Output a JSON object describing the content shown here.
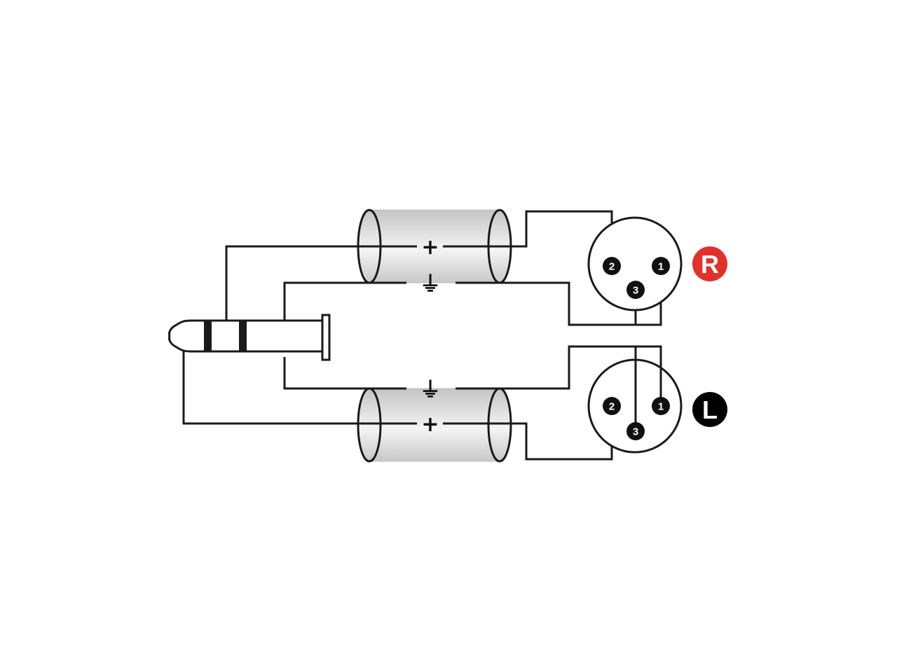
{
  "colors": {
    "background": "#ffffff",
    "line": "#1a1a1a",
    "right_badge": "#e3302b",
    "left_badge": "#000000"
  },
  "cable_right": {
    "signal_symbol": "+",
    "shield_symbol": "⏚"
  },
  "cable_left": {
    "signal_symbol": "+",
    "shield_symbol": "⏚"
  },
  "xlr_right": {
    "pins": [
      "2",
      "1",
      "3"
    ],
    "badge": "R"
  },
  "xlr_left": {
    "pins": [
      "2",
      "1",
      "3"
    ],
    "badge": "L"
  },
  "icons": [
    "stereo-jack-plug-icon",
    "shielded-cable-icon",
    "xlr-connector-icon",
    "ground-symbol-icon"
  ]
}
